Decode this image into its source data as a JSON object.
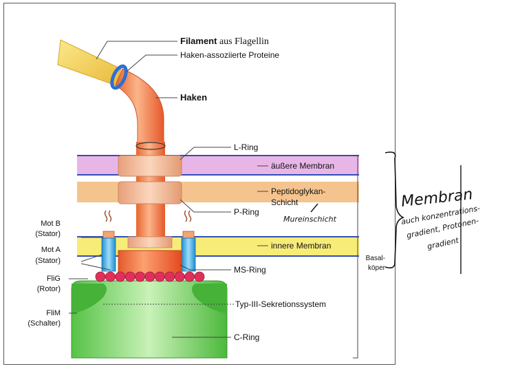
{
  "labels": {
    "filament_bold": "Filament",
    "filament_rest": " aus Flagellin",
    "hook_proteins": "Haken-assoziierte Proteine",
    "hook": "Haken",
    "l_ring": "L-Ring",
    "outer_membrane": "äußere Membran",
    "peptidoglycan_1": "Peptidoglykan-",
    "peptidoglycan_2": "Schicht",
    "p_ring": "P-Ring",
    "inner_membrane": "innere Membran",
    "ms_ring": "MS-Ring",
    "type3": "Typ-III-Sekretionssystem",
    "c_ring": "C-Ring",
    "motb_1": "Mot B",
    "motb_2": "(Stator)",
    "mota_1": "Mot A",
    "mota_2": "(Stator)",
    "flig_1": "FliG",
    "flig_2": "(Rotor)",
    "flim_1": "FliM",
    "flim_2": "(Schalter)",
    "basal_1": "Basal-",
    "basal_2": "köper"
  },
  "handwriting": {
    "mureinschicht": "Mureinschicht",
    "membran": "Membran",
    "note_1": "auch konzentrations-",
    "note_2": "gradient, Protonen-",
    "note_3": "gradient"
  },
  "colors": {
    "filament": "#f5d65a",
    "hook": "#f07a45",
    "hook_ring": "#2f6fcf",
    "outer_membrane": "#e8b6e6",
    "peptidoglycan": "#f5c48e",
    "inner_membrane": "#f7ec78",
    "membrane_line": "#2f4fb8",
    "c_ring": "#7fd86a",
    "stator": "#3aaee8",
    "flig": "#e0305a"
  }
}
